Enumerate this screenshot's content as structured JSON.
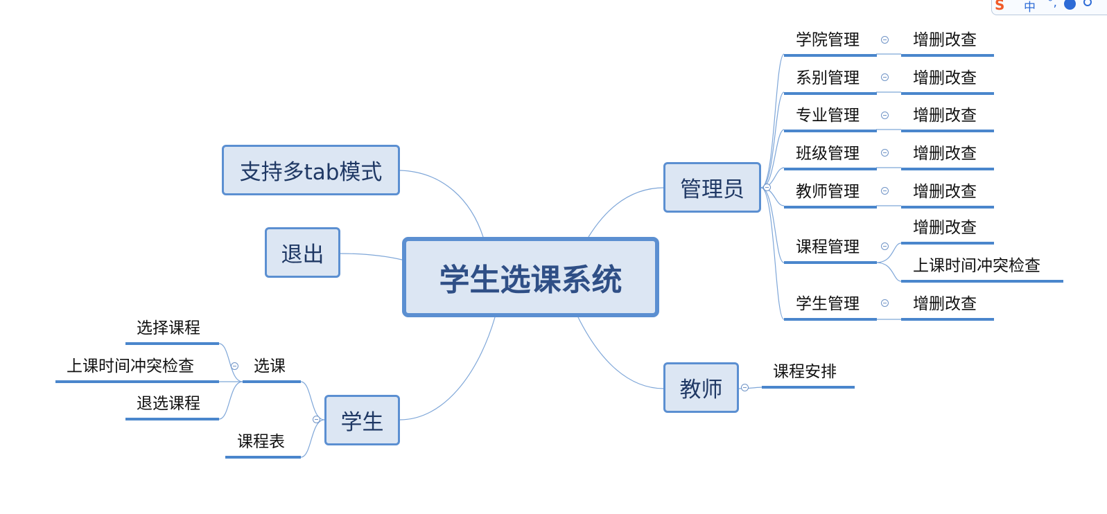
{
  "root": "学生选课系统",
  "branches": {
    "tab": "支持多tab模式",
    "logout": "退出",
    "student": "学生",
    "admin": "管理员",
    "teacher": "教师"
  },
  "student_items": {
    "select": "选课",
    "select_children": [
      "选择课程",
      "上课时间冲突检查",
      "退选课程"
    ],
    "timetable": "课程表"
  },
  "admin_items": [
    {
      "label": "学院管理",
      "children": [
        "增删改查"
      ]
    },
    {
      "label": "系别管理",
      "children": [
        "增删改查"
      ]
    },
    {
      "label": "专业管理",
      "children": [
        "增删改查"
      ]
    },
    {
      "label": "班级管理",
      "children": [
        "增删改查"
      ]
    },
    {
      "label": "教师管理",
      "children": [
        "增删改查"
      ]
    },
    {
      "label": "课程管理",
      "children": [
        "增删改查",
        "上课时间冲突检查"
      ]
    },
    {
      "label": "学生管理",
      "children": [
        "增删改查"
      ]
    }
  ],
  "teacher_items": [
    "课程安排"
  ],
  "ime_toolbar": {
    "logo": "S",
    "lang": "中",
    "punct": "°,"
  },
  "colors": {
    "node_fill": "#dce6f3",
    "node_border": "#5b8fd1",
    "connector": "#7ea6d8",
    "underline": "#4a86cc"
  }
}
